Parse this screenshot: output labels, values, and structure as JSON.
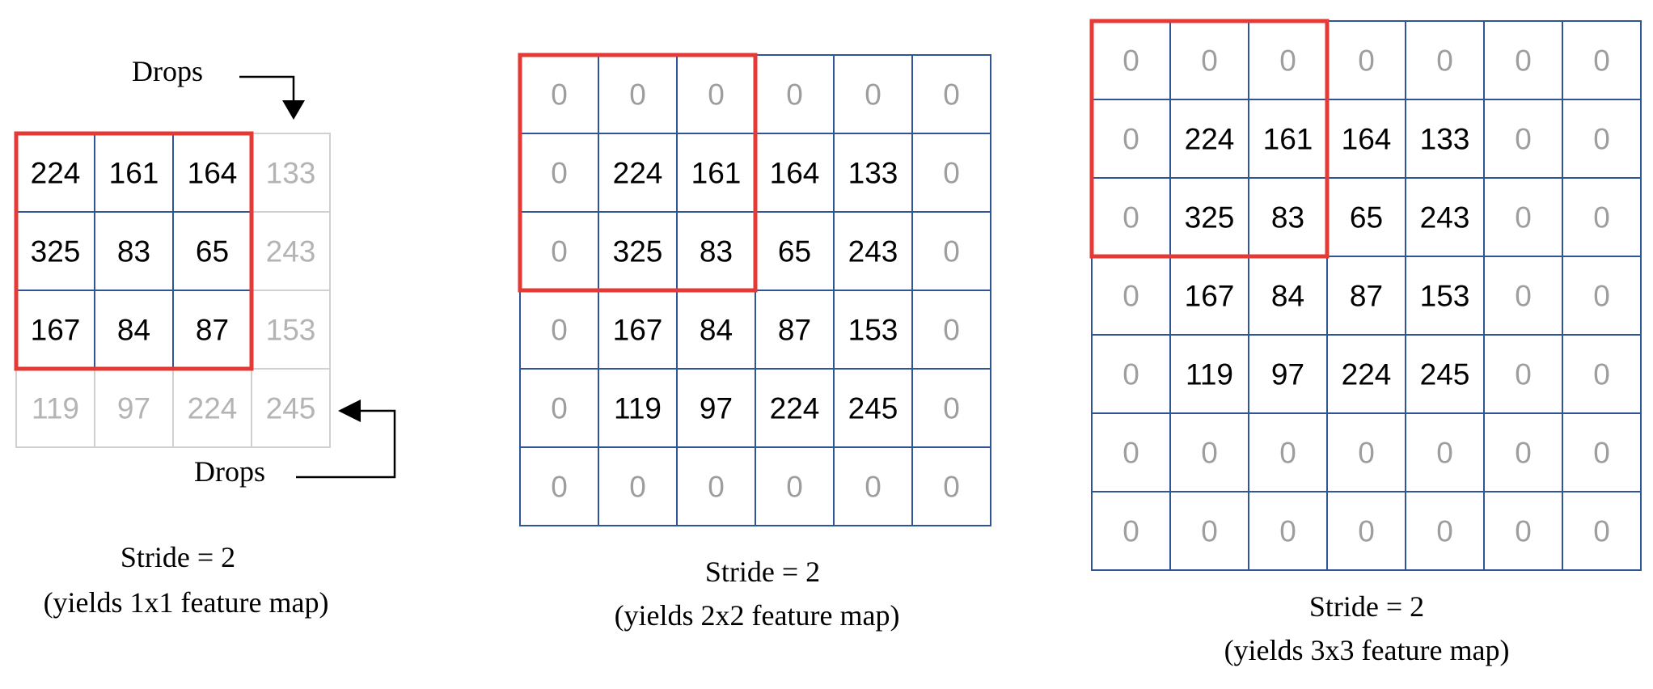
{
  "colors": {
    "grid_line": "#2f5597",
    "dropped_line": "#d0d0d0",
    "window": "#e53935",
    "value_text": "#000000",
    "zero_text": "#9e9e9e",
    "dropped_text": "#b4b4b4",
    "label_text": "#000000",
    "arrow": "#000000"
  },
  "panels": [
    {
      "id": "panel-1x1",
      "padding": 0,
      "grid": [
        [
          "224",
          "161",
          "164",
          "133"
        ],
        [
          "325",
          "83",
          "65",
          "243"
        ],
        [
          "167",
          "84",
          "87",
          "153"
        ],
        [
          "119",
          "97",
          "224",
          "245"
        ]
      ],
      "dropped_columns": [
        3
      ],
      "dropped_rows": [
        3
      ],
      "window": {
        "rows": 3,
        "cols": 3
      },
      "arrow_icons": [
        "arrow-down-icon",
        "arrow-left-icon"
      ],
      "drops_labels": [
        "Drops",
        "Drops"
      ],
      "caption_line1": "Stride = 2",
      "caption_line2": "(yields 1x1 feature map)"
    },
    {
      "id": "panel-2x2",
      "padding": 1,
      "grid": [
        [
          "0",
          "0",
          "0",
          "0",
          "0",
          "0"
        ],
        [
          "0",
          "224",
          "161",
          "164",
          "133",
          "0"
        ],
        [
          "0",
          "325",
          "83",
          "65",
          "243",
          "0"
        ],
        [
          "0",
          "167",
          "84",
          "87",
          "153",
          "0"
        ],
        [
          "0",
          "119",
          "97",
          "224",
          "245",
          "0"
        ],
        [
          "0",
          "0",
          "0",
          "0",
          "0",
          "0"
        ]
      ],
      "dropped_columns": [],
      "dropped_rows": [],
      "window": {
        "rows": 3,
        "cols": 3
      },
      "caption_line1": "Stride = 2",
      "caption_line2": "(yields 2x2 feature map)"
    },
    {
      "id": "panel-3x3",
      "padding": 2,
      "grid": [
        [
          "0",
          "0",
          "0",
          "0",
          "0",
          "0",
          "0"
        ],
        [
          "0",
          "224",
          "161",
          "164",
          "133",
          "0",
          "0"
        ],
        [
          "0",
          "325",
          "83",
          "65",
          "243",
          "0",
          "0"
        ],
        [
          "0",
          "167",
          "84",
          "87",
          "153",
          "0",
          "0"
        ],
        [
          "0",
          "119",
          "97",
          "224",
          "245",
          "0",
          "0"
        ],
        [
          "0",
          "0",
          "0",
          "0",
          "0",
          "0",
          "0"
        ],
        [
          "0",
          "0",
          "0",
          "0",
          "0",
          "0",
          "0"
        ]
      ],
      "dropped_columns": [],
      "dropped_rows": [],
      "window": {
        "rows": 3,
        "cols": 3
      },
      "caption_line1": "Stride = 2",
      "caption_line2": "(yields 3x3 feature map)"
    }
  ]
}
